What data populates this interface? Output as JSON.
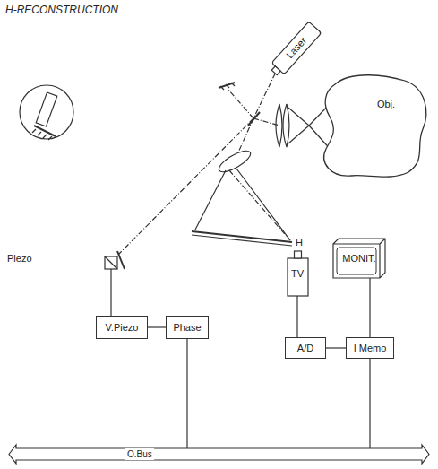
{
  "diagram": {
    "title": "H-RECONSTRUCTION",
    "nodes": [
      {
        "text": [
          "Laser"
        ]
      },
      {
        "text": [
          "Obj."
        ]
      },
      {
        "text": [
          "TV"
        ]
      },
      {
        "text": [
          "MONIT."
        ]
      },
      {
        "text": [
          "V.Piezo"
        ]
      },
      {
        "text": [
          "Phase"
        ]
      },
      {
        "text": [
          "A/D"
        ]
      },
      {
        "text": [
          "I Memo"
        ]
      },
      {
        "text": [
          "O.Bus"
        ]
      }
    ],
    "edges": [
      {
        "from": 4,
        "to": 5,
        "arrow": "none"
      },
      {
        "from": 5,
        "to": 8,
        "arrow": "none"
      },
      {
        "from": 2,
        "to": 6,
        "arrow": "none"
      },
      {
        "from": 6,
        "to": 7,
        "arrow": "none"
      },
      {
        "from": 7,
        "to": 3,
        "arrow": "none"
      },
      {
        "from": 7,
        "to": 8,
        "arrow": "none"
      }
    ],
    "labels": [
      "Piezo",
      "H"
    ]
  }
}
